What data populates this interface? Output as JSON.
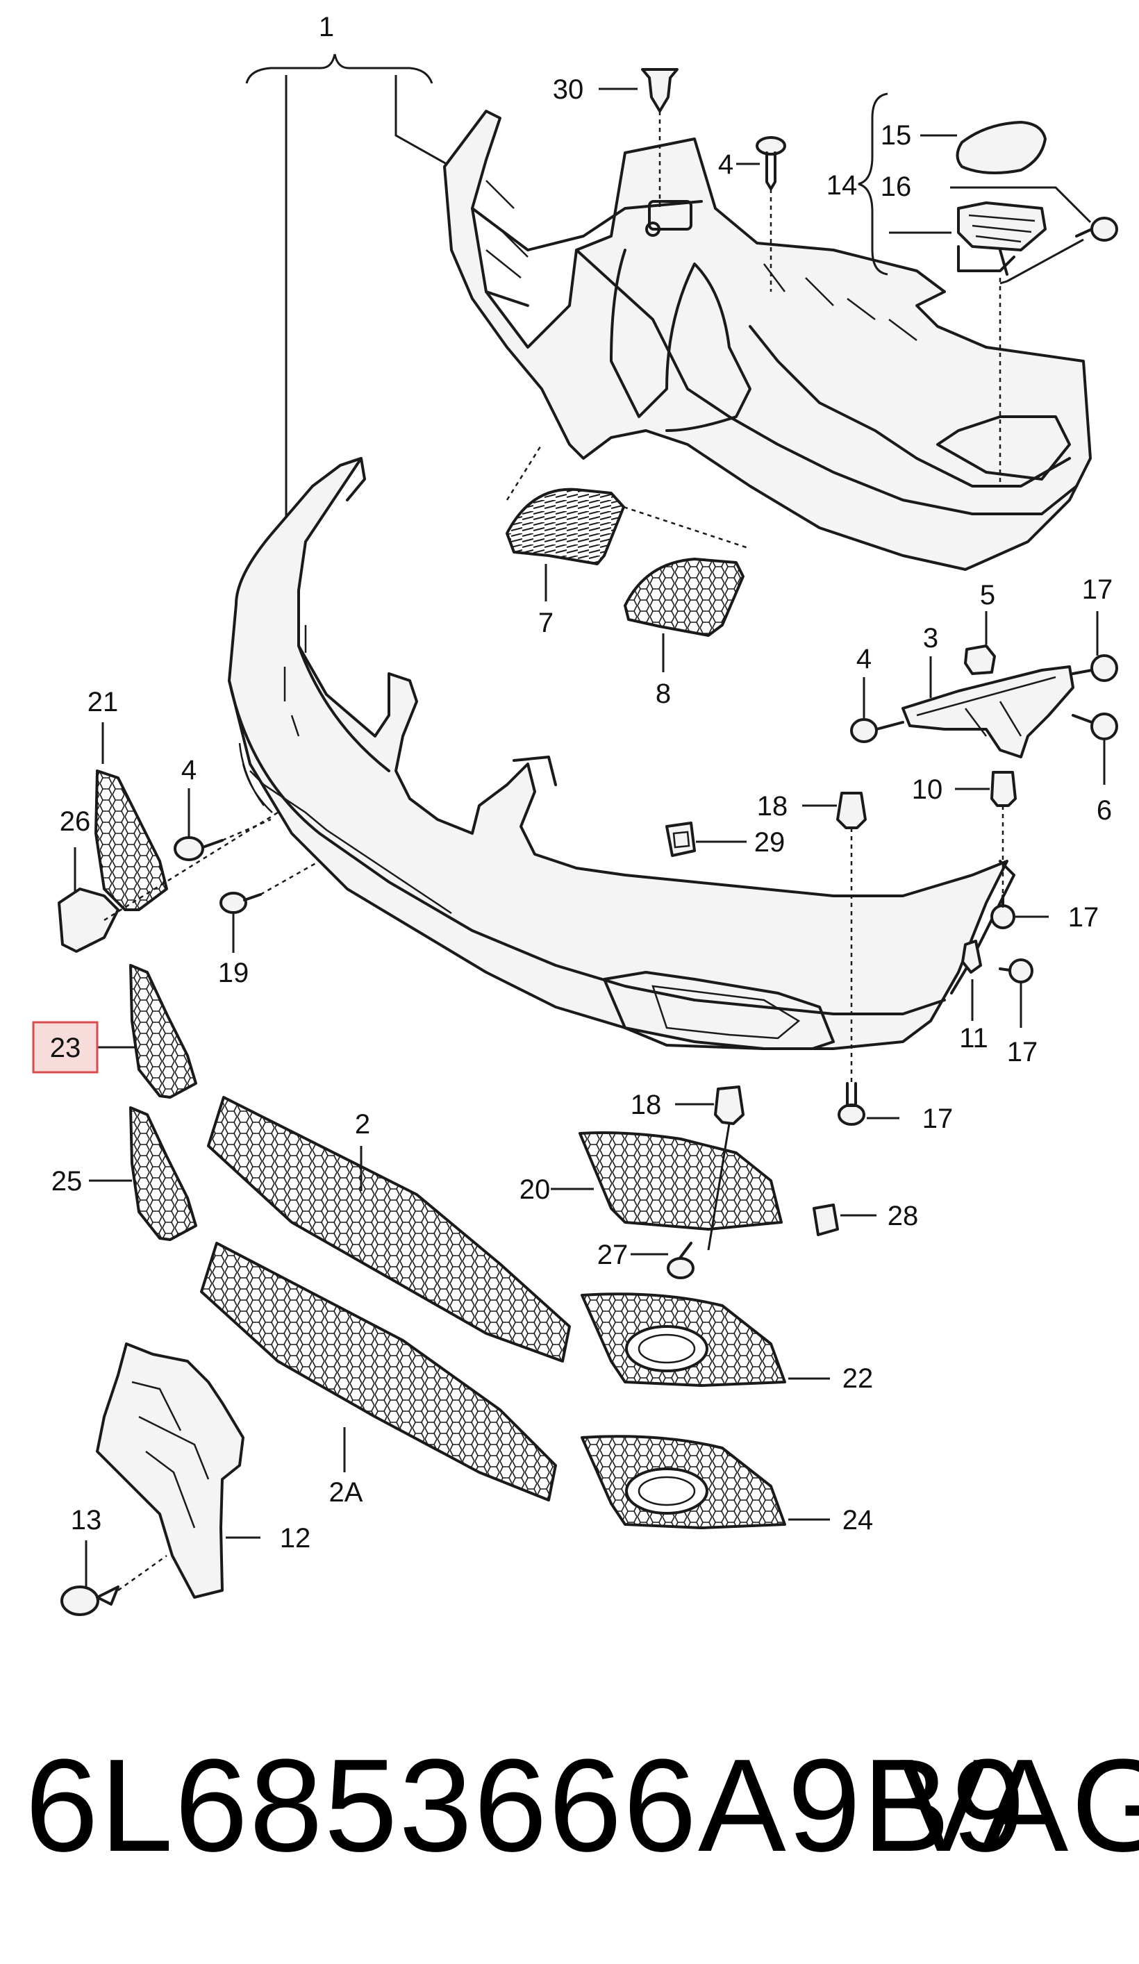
{
  "labels": {
    "p1": "1",
    "p2": "2",
    "p2a": "2A",
    "p3": "3",
    "p4a": "4",
    "p4b": "4",
    "p4c": "4",
    "p5": "5",
    "p6": "6",
    "p7": "7",
    "p8": "8",
    "p10": "10",
    "p11": "11",
    "p12": "12",
    "p13": "13",
    "p14": "14",
    "p15": "15",
    "p16": "16",
    "p17a": "17",
    "p17b": "17",
    "p17c": "17",
    "p17d": "17",
    "p18a": "18",
    "p18b": "18",
    "p19": "19",
    "p20": "20",
    "p21": "21",
    "p22": "22",
    "p23": "23",
    "p24": "24",
    "p25": "25",
    "p26": "26",
    "p27": "27",
    "p28": "28",
    "p29": "29",
    "p30": "30"
  },
  "highlight": {
    "label": "23",
    "color": "#d94c4c"
  },
  "footer": {
    "part_number": "6L6853666A9B9",
    "brand": "VAG"
  }
}
